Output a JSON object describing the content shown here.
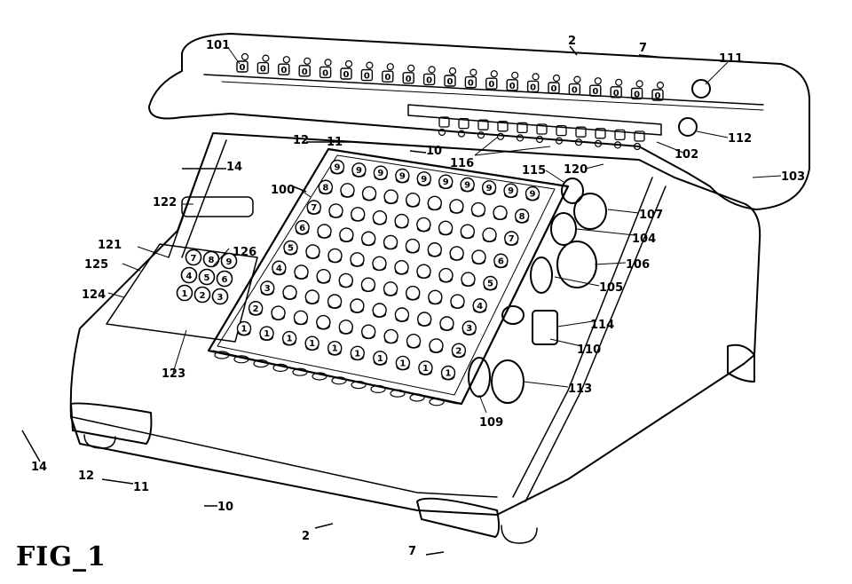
{
  "figure_label": "FIG_1",
  "ref_numerals": {
    "n100": "100",
    "n101": "101",
    "n102": "102",
    "n103": "103",
    "n104": "104",
    "n105": "105",
    "n106": "106",
    "n107": "107",
    "n109": "109",
    "n110": "110",
    "n111": "111",
    "n112": "112",
    "n113": "113",
    "n114": "114",
    "n115": "115",
    "n116": "116",
    "n120": "120",
    "n121": "121",
    "n122": "122",
    "n123": "123",
    "n124": "124",
    "n125": "125",
    "n126": "126"
  },
  "section_lines": {
    "s2": "2",
    "s7": "7",
    "s10": "10",
    "s11": "11",
    "s12": "12",
    "s14": "14"
  },
  "keyboard": {
    "columns": 10,
    "rows": 9,
    "top_digit": "9",
    "bottom_digit": "1",
    "left_column_digits": [
      "9",
      "8",
      "7",
      "6",
      "5",
      "4",
      "3",
      "2",
      "1"
    ],
    "right_column_digits": [
      "9",
      "8",
      "7",
      "6",
      "5",
      "4",
      "3",
      "2",
      "1"
    ]
  },
  "dial_digit": "0",
  "carriage_dials": 21,
  "keypad_digits": [
    "7",
    "8",
    "9",
    "4",
    "5",
    "6",
    "1",
    "2",
    "3"
  ]
}
